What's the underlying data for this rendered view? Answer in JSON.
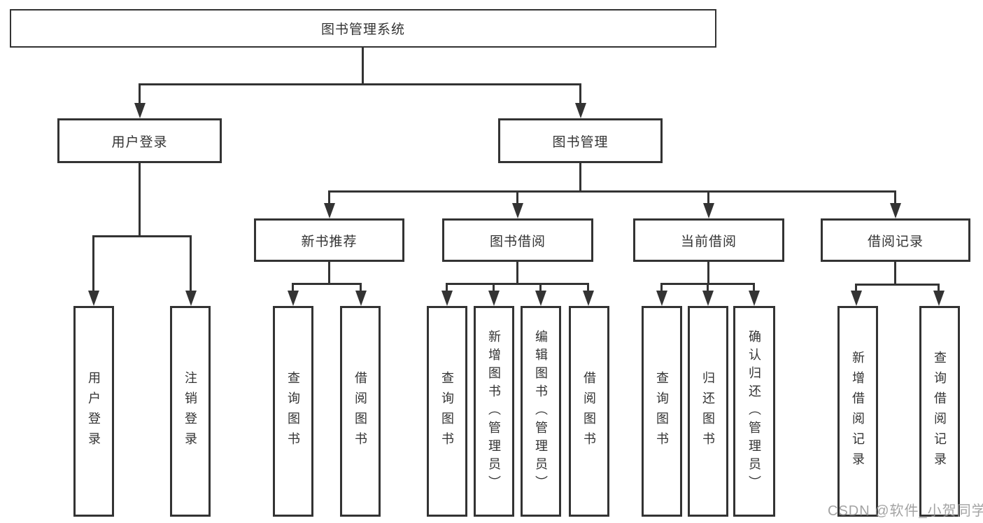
{
  "root": {
    "label": "图书管理系统"
  },
  "level2": {
    "user_login": "用户登录",
    "book_management": "图书管理"
  },
  "level3": {
    "new_book_recommend": "新书推荐",
    "book_borrow": "图书借阅",
    "current_borrow": "当前借阅",
    "borrow_records": "借阅记录"
  },
  "leaves": {
    "user_login": "用户登录",
    "logout": "注销登录",
    "recommend_query_books": "查询图书",
    "recommend_borrow_books": "借阅图书",
    "borrow_query_books": "查询图书",
    "borrow_add_book_admin": "新增图书（管理员）",
    "borrow_edit_book_admin": "编辑图书（管理员）",
    "borrow_borrow_books": "借阅图书",
    "current_query_books": "查询图书",
    "current_return_book": "归还图书",
    "current_confirm_return_admin": "确认归还（管理员）",
    "records_add_record": "新增借阅记录",
    "records_query_record": "查询借阅记录"
  },
  "watermark": "CSDN @软件_小贺同学",
  "colors": {
    "line": "#333333",
    "text": "#333333",
    "background": "#ffffff",
    "watermark": "#969696"
  }
}
